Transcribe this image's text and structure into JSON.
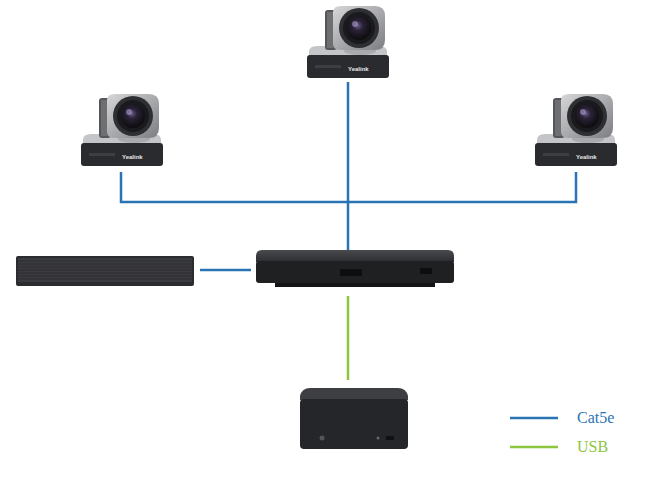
{
  "diagram": {
    "labels": [
      "Yealink",
      "Yealink",
      "Yealink"
    ],
    "legend": [
      {
        "text": "Cat5e"
      },
      {
        "text": "USB"
      }
    ]
  }
}
